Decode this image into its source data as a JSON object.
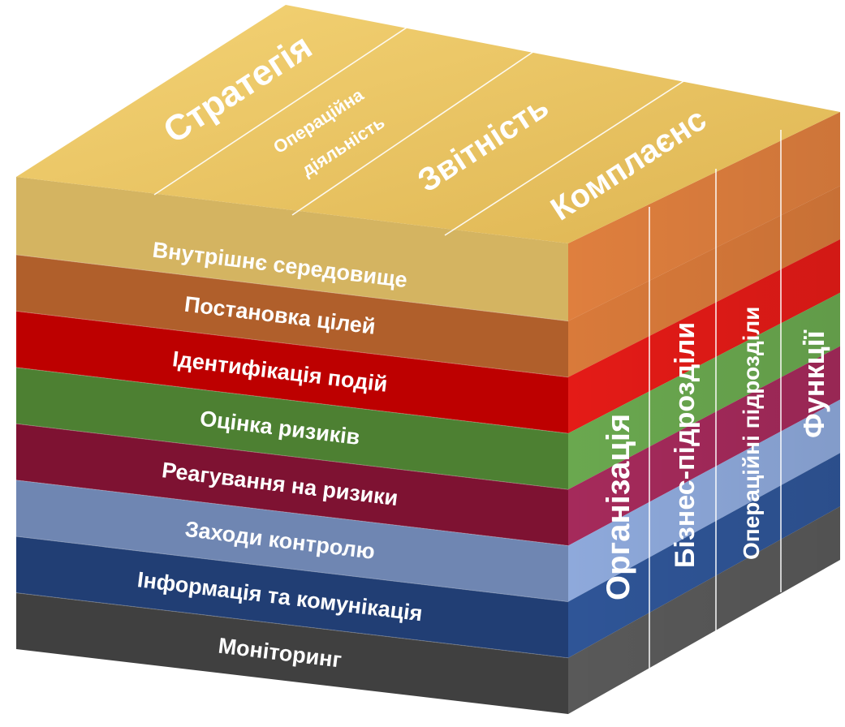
{
  "top_face": {
    "labels": [
      "Стратегія",
      "Операційна",
      "діяльність",
      "Звітність",
      "Комплаєнс"
    ]
  },
  "layers": [
    {
      "label": "Внутрішнє середовище",
      "front_color": "#D4B461",
      "side_color": "#DF7F3E"
    },
    {
      "label": "Постановка цілей",
      "front_color": "#B05F2B",
      "side_color": "#D97A3A"
    },
    {
      "label": "Ідентифікація подій",
      "front_color": "#BD0000",
      "side_color": "#E41B17"
    },
    {
      "label": "Оцінка ризиків",
      "front_color": "#4D8032",
      "side_color": "#6AA84F"
    },
    {
      "label": "Реагування на ризики",
      "front_color": "#7E1232",
      "side_color": "#A52A5B"
    },
    {
      "label": "Заходи контролю",
      "front_color": "#6F86B2",
      "side_color": "#8EA9DB"
    },
    {
      "label": "Інформація та комунікація",
      "front_color": "#213E74",
      "side_color": "#2F5597"
    },
    {
      "label": "Моніторинг",
      "front_color": "#404040",
      "side_color": "#595959"
    }
  ],
  "side_face": {
    "labels": [
      "Організація",
      "Бізнес-підрозділи",
      "Операційні підрозділи",
      "Функції"
    ]
  },
  "colors": {
    "top_face": "#E9C35D",
    "top_face_left": "#F0CD6B",
    "text": "#FFFFFF"
  }
}
